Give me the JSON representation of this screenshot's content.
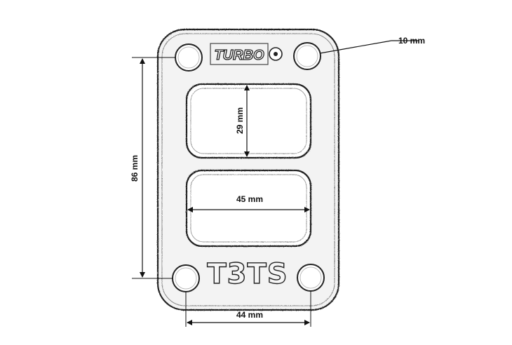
{
  "diagram": {
    "part": {
      "brand_logo": "TURBO",
      "stamp": "T3TS"
    },
    "dimensions": {
      "bolt_hole_diameter": "10 mm",
      "port_height": "29 mm",
      "port_width": "45 mm",
      "bolt_spacing_vertical": "86 mm",
      "bolt_spacing_horizontal": "44 mm"
    },
    "colors": {
      "outline": "#222222",
      "fill": "#f3f3f3",
      "dimension_line": "#111111"
    }
  }
}
